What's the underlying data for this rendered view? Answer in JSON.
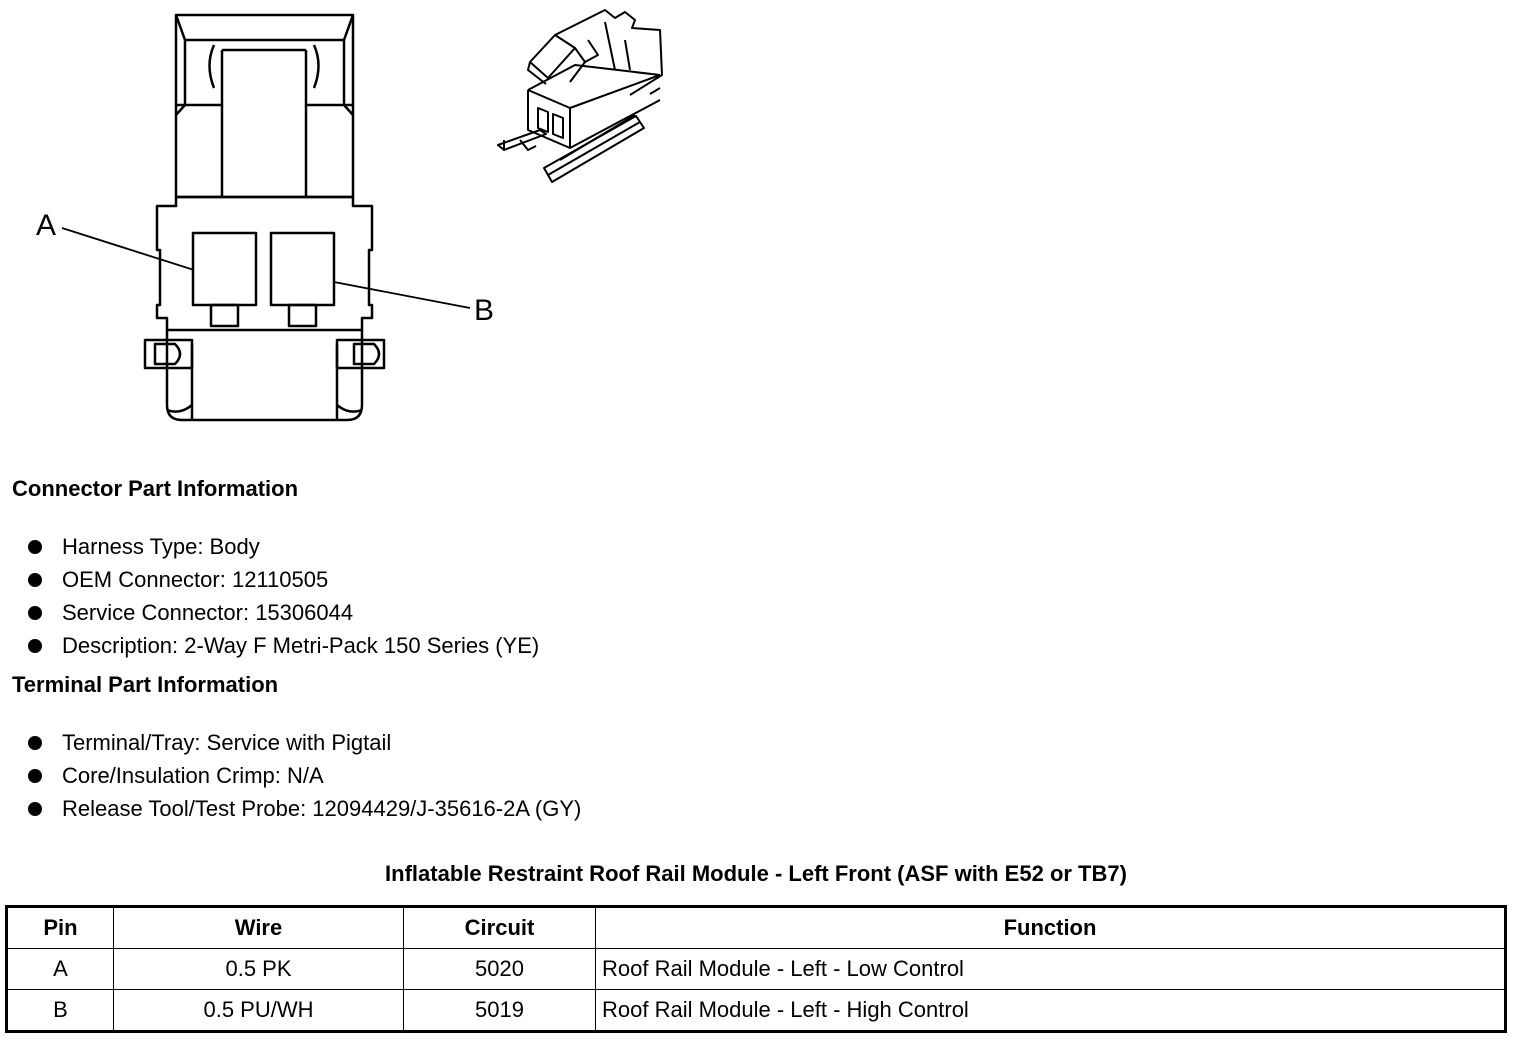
{
  "diagram": {
    "pin_labels": [
      "A",
      "B"
    ]
  },
  "connector_info": {
    "title": "Connector Part Information",
    "items": [
      "Harness Type: Body",
      "OEM Connector: 12110505",
      "Service Connector: 15306044",
      "Description: 2-Way F Metri-Pack 150 Series (YE)"
    ]
  },
  "terminal_info": {
    "title": "Terminal Part Information",
    "items": [
      "Terminal/Tray: Service with Pigtail",
      "Core/Insulation Crimp: N/A",
      "Release Tool/Test Probe: 12094429/J-35616-2A (GY)"
    ]
  },
  "table": {
    "title": "Inflatable Restraint Roof Rail Module - Left Front (ASF with E52 or TB7)",
    "headers": [
      "Pin",
      "Wire",
      "Circuit",
      "Function"
    ],
    "rows": [
      [
        "A",
        "0.5 PK",
        "5020",
        "Roof Rail Module - Left - Low Control"
      ],
      [
        "B",
        "0.5 PU/WH",
        "5019",
        "Roof Rail Module - Left - High Control"
      ]
    ]
  }
}
